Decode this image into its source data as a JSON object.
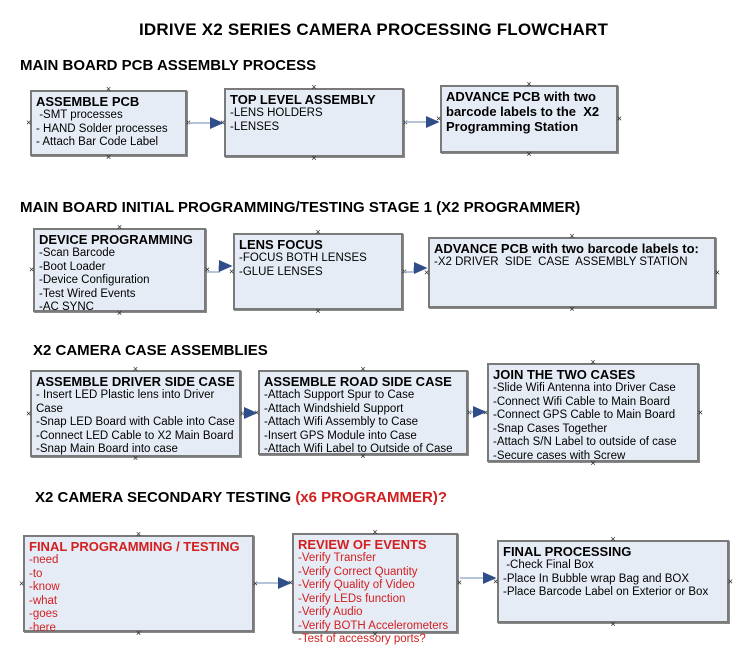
{
  "title": "IDRIVE X2  SERIES CAMERA PROCESSING FLOWCHART",
  "colors": {
    "box_fill": "#e6ecf6",
    "box_border": "#7a7a7a",
    "red_text": "#d22020",
    "arrow_line": "#9db0ce",
    "arrow_head": "#2e4d89"
  },
  "sections": [
    {
      "header": "MAIN BOARD PCB ASSEMBLY PROCESS",
      "header_suffix": "",
      "boxes": [
        {
          "title": "ASSEMBLE PCB",
          "lines": [
            " -SMT processes",
            "- HAND Solder processes",
            "- Attach Bar Code Label"
          ]
        },
        {
          "title": "TOP LEVEL ASSEMBLY",
          "lines": [
            "-LENS HOLDERS",
            "-LENSES"
          ]
        },
        {
          "title": "ADVANCE PCB with two barcode labels to the  X2 Programming Station",
          "lines": []
        }
      ]
    },
    {
      "header": "MAIN BOARD INITIAL PROGRAMMING/TESTING STAGE 1 (X2 PROGRAMMER)",
      "header_suffix": "",
      "boxes": [
        {
          "title": "DEVICE PROGRAMMING",
          "lines": [
            "-Scan Barcode",
            "-Boot Loader",
            "-Device Configuration",
            "-Test Wired Events",
            "-AC SYNC"
          ]
        },
        {
          "title": "LENS FOCUS",
          "lines": [
            "-FOCUS BOTH LENSES",
            "-GLUE LENSES"
          ]
        },
        {
          "title": "ADVANCE PCB with two barcode labels to:",
          "lines": [
            "-X2 DRIVER  SIDE  CASE  ASSEMBLY STATION"
          ]
        }
      ]
    },
    {
      "header": "X2 CAMERA CASE ASSEMBLIES",
      "header_suffix": "",
      "boxes": [
        {
          "title": "ASSEMBLE DRIVER SIDE CASE",
          "lines": [
            "- Insert LED Plastic lens into Driver Case",
            "-Snap LED Board with Cable into Case",
            "-Connect LED Cable to X2 Main Board",
            "-Snap Main Board into case"
          ]
        },
        {
          "title": "ASSEMBLE ROAD SIDE CASE",
          "lines": [
            "-Attach Support Spur to Case",
            "-Attach Windshield Support",
            "-Attach Wifi Assembly to Case",
            "-Insert GPS Module into Case",
            "-Attach Wifi Label to Outside of Case"
          ]
        },
        {
          "title": "JOIN THE TWO CASES",
          "lines": [
            "-Slide Wifi Antenna into Driver Case",
            "-Connect Wifi Cable to Main Board",
            "-Connect GPS Cable to Main Board",
            "-Snap Cases Together",
            "-Attach S/N Label to outside of case",
            "-Secure cases with Screw"
          ]
        }
      ]
    },
    {
      "header": "X2 CAMERA SECONDARY TESTING  ",
      "header_suffix": "(x6 PROGRAMMER)?",
      "boxes": [
        {
          "title": "FINAL PROGRAMMING / TESTING",
          "lines": [
            "-need",
            "-to",
            "-know",
            "-what",
            "-goes",
            "-here"
          ]
        },
        {
          "title": "REVIEW OF EVENTS",
          "lines": [
            "-Verify Transfer",
            "-Verify Correct Quantity",
            "-Verify Quality of Video",
            "-Verify LEDs function",
            "-Verify Audio",
            "-Verify BOTH Accelerometers",
            "-Test of accessory ports?"
          ]
        },
        {
          "title": "FINAL PROCESSING",
          "lines": [
            " -Check Final Box",
            "-Place In Bubble wrap Bag and BOX",
            "-Place Barcode Label on Exterior or Box"
          ]
        }
      ]
    }
  ]
}
